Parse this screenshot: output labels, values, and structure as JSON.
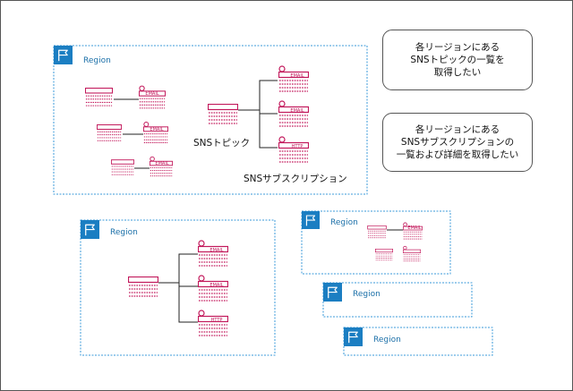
{
  "callouts": {
    "topics": "各リージョンにある\nSNSトピックの一覧を\n取得したい",
    "subscriptions": "各リージョンにある\nSNSサブスクリプションの\n一覧および詳細を取得したい"
  },
  "regions": {
    "region_1": "Region",
    "region_2": "Region",
    "region_3": "Region",
    "region_4": "Region",
    "region_5": "Region"
  },
  "labels": {
    "sns_topic": "SNSトピック",
    "sns_subscription": "SNSサブスクリプション"
  },
  "protocols": {
    "email": "EMAIL",
    "http": "HTTP"
  },
  "colors": {
    "region_blue": "#1b7ec2",
    "sns_pink": "#c2185b",
    "frame": "#555555"
  }
}
